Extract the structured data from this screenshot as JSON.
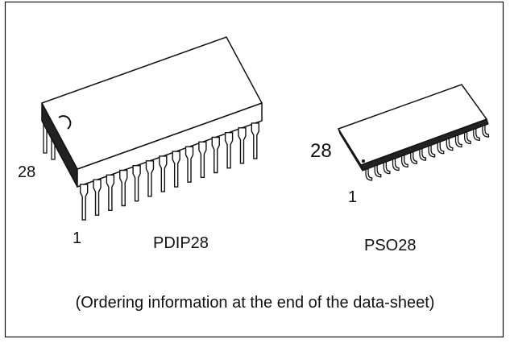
{
  "pdip": {
    "pin_first_label": "28",
    "pin_last_label": "1",
    "name": "PDIP28",
    "pins_visible_front": 14
  },
  "pso": {
    "pin_first_label": "28",
    "pin_last_label": "1",
    "name": "PSO28",
    "pins_visible_front": 14
  },
  "caption": "(Ordering information at the end of the data-sheet)",
  "colors": {
    "line": "#111111",
    "body_fill": "#ffffff",
    "side_fill": "#222222"
  }
}
